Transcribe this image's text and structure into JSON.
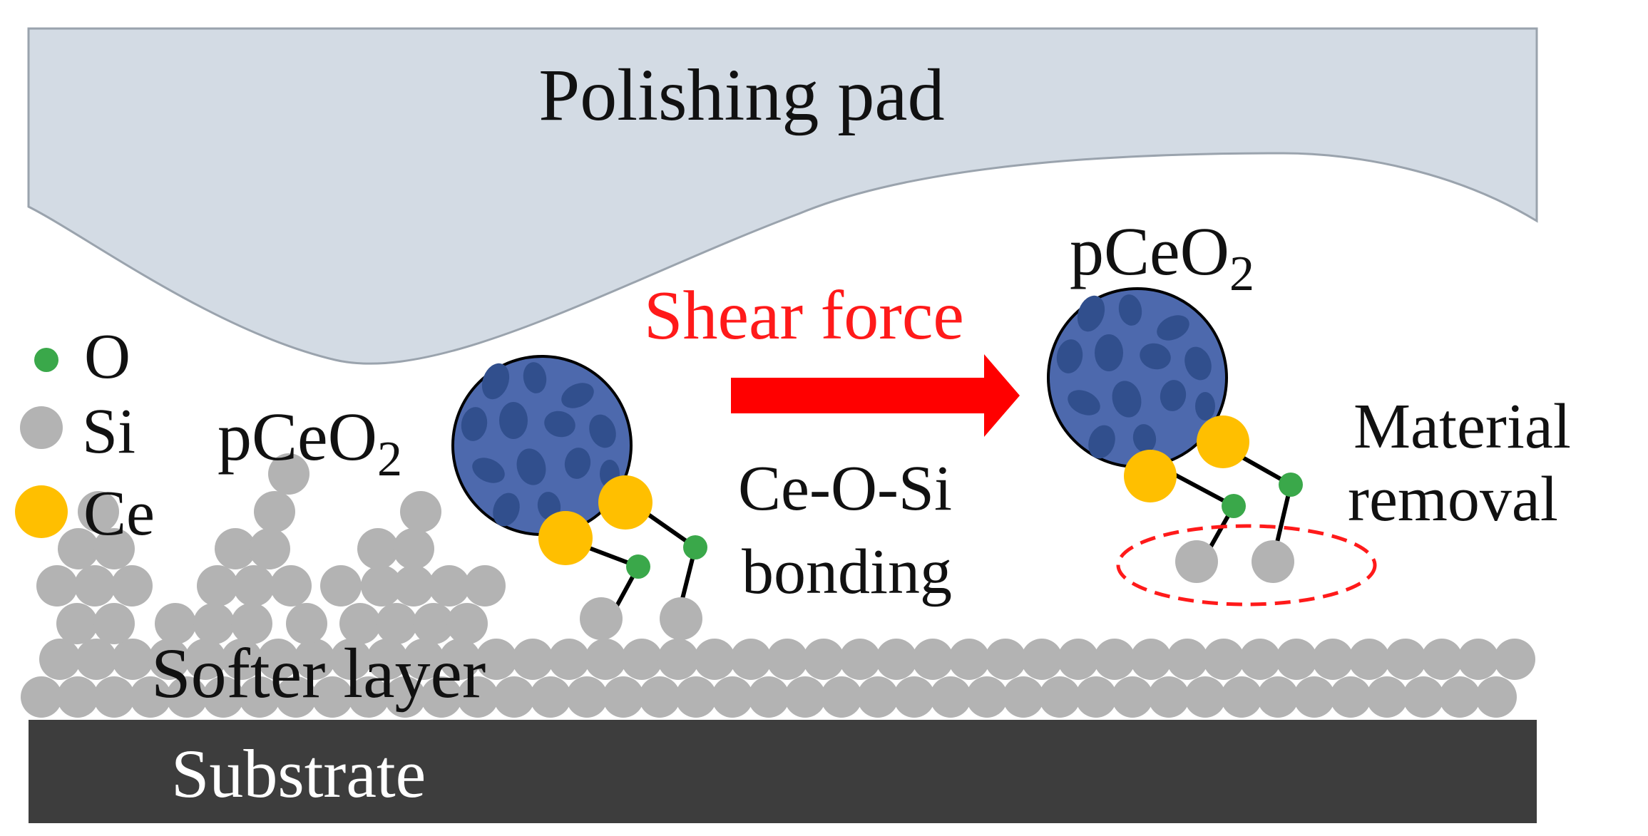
{
  "labels": {
    "polishing_pad": "Polishing pad",
    "shear_force": "Shear force",
    "particle": "pCeO",
    "particle_subscript": "2",
    "bonding_line1": "Ce-O-Si",
    "bonding_line2": "bonding",
    "removal_line1": "Material",
    "removal_line2": "removal",
    "softer_layer": "Softer layer",
    "substrate": "Substrate"
  },
  "legend": [
    {
      "label": "O",
      "color": "#3aa84a"
    },
    {
      "label": "Si",
      "color": "#b3b3b3"
    },
    {
      "label": "Ce",
      "color": "#ffbf00"
    }
  ],
  "colors": {
    "pad": "#d3dbe4",
    "particle": "#4d69ad",
    "particle_spots": "#314f8d",
    "ce_atom": "#ffbf00",
    "o_atom": "#3aa84a",
    "si_atom": "#b3b3b3",
    "substrate": "#3d3d3d",
    "arrow": "#ff0000",
    "highlight_ellipse": "#ff1a1a"
  }
}
